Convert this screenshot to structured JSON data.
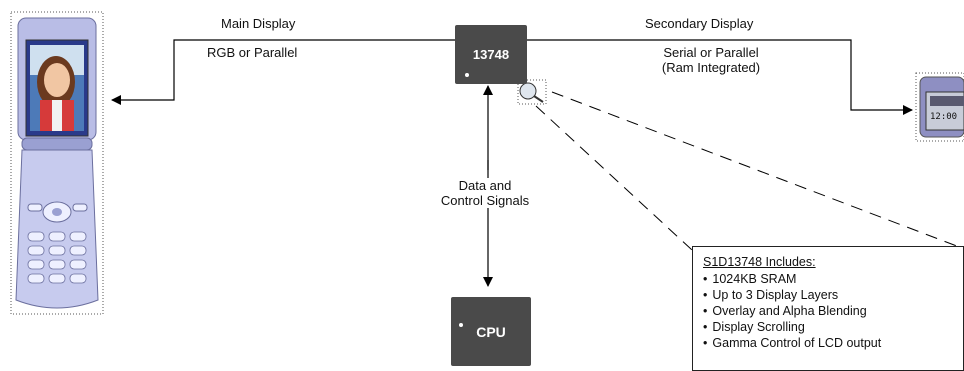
{
  "chip_label": "13748",
  "cpu_label": "CPU",
  "main_display": {
    "title": "Main Display",
    "subtitle": "RGB or Parallel"
  },
  "secondary_display": {
    "title": "Secondary Display",
    "line1": "Serial or Parallel",
    "line2": "(Ram Integrated)",
    "clock_text": "12:00"
  },
  "signals": {
    "line1": "Data and",
    "line2": "Control Signals"
  },
  "includes_box": {
    "title": "S1D13748 Includes:",
    "items": [
      "1024KB SRAM",
      "Up to 3 Display Layers",
      "Overlay and Alpha Blending",
      "Display Scrolling",
      "Gamma Control of LCD output"
    ]
  },
  "colors": {
    "chip": "#4a4a4a",
    "phone_body": "#b9bde6",
    "phone_screen": "#2a3a8a"
  }
}
